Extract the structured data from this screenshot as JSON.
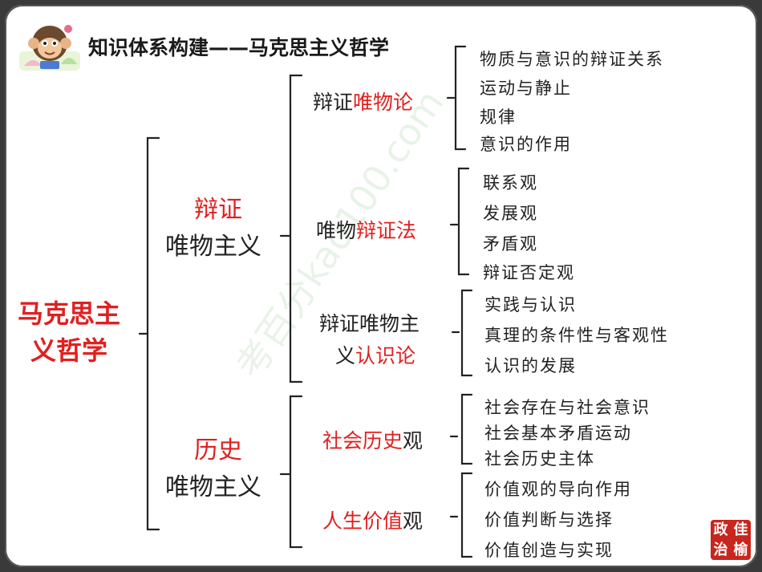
{
  "title": "知识体系构建——马克思主义哲学",
  "root": {
    "line1": "马克思主",
    "line2": "义哲学"
  },
  "branch1": {
    "red": "辩证",
    "black": "唯物主义"
  },
  "branch2": {
    "red": "历史",
    "black": "唯物主义"
  },
  "sub": {
    "s1": {
      "black": "辩证",
      "red": "唯物论"
    },
    "s2": {
      "black": "唯物",
      "red": "辩证法"
    },
    "s3": {
      "line1": "辩证唯物主",
      "line2_black": "义",
      "line2_red": "认识论"
    },
    "s4": {
      "red": "社会历史",
      "black": "观"
    },
    "s5": {
      "red": "人生价值",
      "black": "观"
    }
  },
  "leaves": {
    "g1": [
      "物质与意识的辩证关系",
      "运动与静止",
      "规律",
      "意识的作用"
    ],
    "g2": [
      "联系观",
      "发展观",
      "矛盾观",
      "辩证否定观"
    ],
    "g3": [
      "实践与认识",
      "真理的条件性与客观性",
      "认识的发展"
    ],
    "g4": [
      "社会存在与社会意识",
      "社会基本矛盾运动",
      "社会历史主体"
    ],
    "g5": [
      "价值观的导向作用",
      "价值判断与选择",
      "价值创造与实现"
    ]
  },
  "watermark": "考百分kao100.com",
  "seal": [
    "政",
    "佳",
    "治",
    "榆"
  ],
  "colors": {
    "accent": "#e02020",
    "text": "#222222",
    "frame": "#3a3a3a"
  }
}
